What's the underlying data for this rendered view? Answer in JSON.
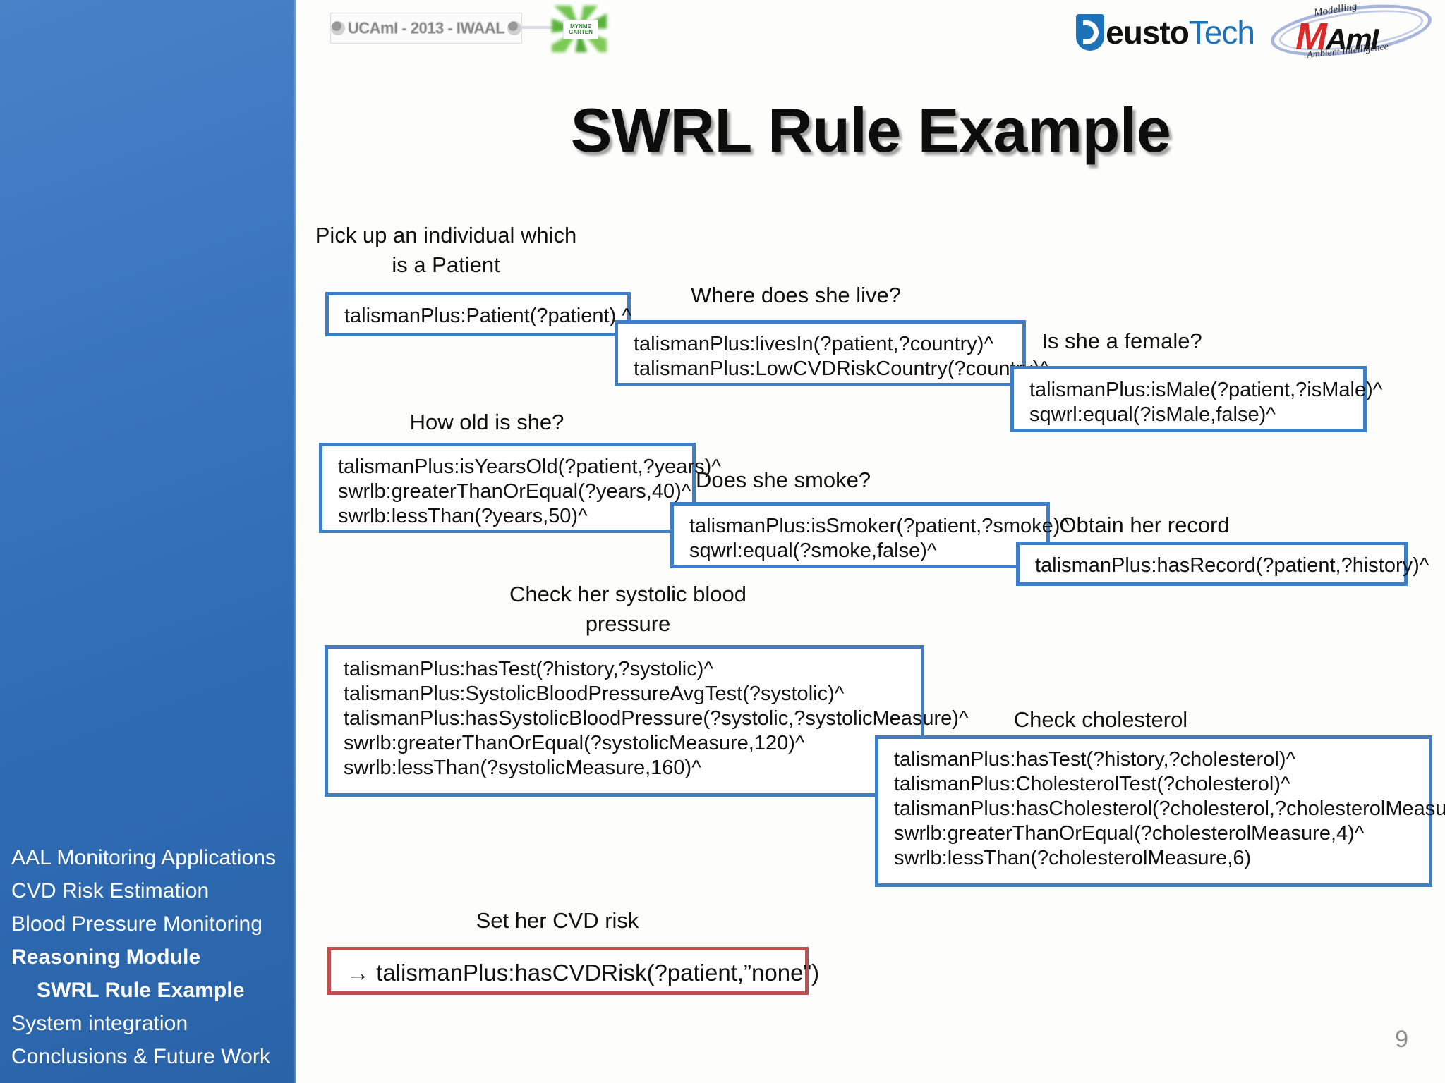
{
  "sidebar": {
    "items": [
      {
        "label": "AAL Monitoring Applications",
        "style": "normal"
      },
      {
        "label": "CVD Risk Estimation",
        "style": "normal"
      },
      {
        "label": "Blood Pressure Monitoring",
        "style": "normal"
      },
      {
        "label": "Reasoning Module",
        "style": "bold"
      },
      {
        "label": "SWRL Rule Example",
        "style": "indent"
      },
      {
        "label": "System integration",
        "style": "normal"
      },
      {
        "label": "Conclusions & Future Work",
        "style": "normal"
      }
    ],
    "background_color": "#3c77c0",
    "text_color": "#ffffff"
  },
  "header": {
    "left_logo_text": "UCAmI - 2013 - IWAAL",
    "green_logo_text": "MYNME\nGARTEN",
    "deusto_logo": {
      "bold_part": "D",
      "dark_part": "eusto",
      "accent_part": "Tech",
      "accent_color": "#1e72b8"
    },
    "mami_logo": {
      "top_text": "Modelling",
      "main_text_accent": "M",
      "main_text": "AmI",
      "bottom_text": "Ambient Intelligence",
      "accent_color": "#d92b2b"
    }
  },
  "title": "SWRL Rule Example",
  "page_number": "9",
  "colors": {
    "box_border_blue": "#3f7ec4",
    "box_border_red": "#c0504d",
    "box_fill": "#ffffff",
    "slide_background": "#fdfdfb"
  },
  "captions": [
    {
      "id": "caption-patient",
      "text": "Pick up an individual which\nis a Patient"
    },
    {
      "id": "caption-lives",
      "text": "Where does she live?"
    },
    {
      "id": "caption-female",
      "text": "Is she a female?"
    },
    {
      "id": "caption-age",
      "text": "How old is she?"
    },
    {
      "id": "caption-smoke",
      "text": "Does she smoke?"
    },
    {
      "id": "caption-record",
      "text": "Obtain her record"
    },
    {
      "id": "caption-systolic",
      "text": "Check her systolic blood\npressure"
    },
    {
      "id": "caption-cholesterol",
      "text": "Check cholesterol"
    },
    {
      "id": "caption-cvdrisk",
      "text": "Set her CVD risk"
    }
  ],
  "rule_boxes": {
    "patient": {
      "lines": [
        "talismanPlus:Patient(?patient) ^"
      ]
    },
    "lives_in": {
      "lines": [
        "talismanPlus:livesIn(?patient,?country)^",
        "talismanPlus:LowCVDRiskCountry(?country)^"
      ]
    },
    "female": {
      "lines": [
        "talismanPlus:isMale(?patient,?isMale)^",
        "sqwrl:equal(?isMale,false)^"
      ]
    },
    "age": {
      "lines": [
        "talismanPlus:isYearsOld(?patient,?years)^",
        "swrlb:greaterThanOrEqual(?years,40)^",
        "swrlb:lessThan(?years,50)^"
      ]
    },
    "smoke": {
      "lines": [
        "talismanPlus:isSmoker(?patient,?smoke)^",
        "sqwrl:equal(?smoke,false)^"
      ]
    },
    "record": {
      "lines": [
        "talismanPlus:hasRecord(?patient,?history)^"
      ]
    },
    "systolic": {
      "lines": [
        "talismanPlus:hasTest(?history,?systolic)^",
        "talismanPlus:SystolicBloodPressureAvgTest(?systolic)^",
        "talismanPlus:hasSystolicBloodPressure(?systolic,?systolicMeasure)^",
        "swrlb:greaterThanOrEqual(?systolicMeasure,120)^",
        "swrlb:lessThan(?systolicMeasure,160)^"
      ]
    },
    "cholesterol": {
      "lines": [
        "talismanPlus:hasTest(?history,?cholesterol)^",
        "talismanPlus:CholesterolTest(?cholesterol)^",
        "talismanPlus:hasCholesterol(?cholesterol,?cholesterolMeasure)^",
        "swrlb:greaterThanOrEqual(?cholesterolMeasure,4)^",
        "swrlb:lessThan(?cholesterolMeasure,6)"
      ]
    },
    "cvd_risk": {
      "lines": [
        "→ talismanPlus:hasCVDRisk(?patient,”none\")"
      ]
    }
  }
}
